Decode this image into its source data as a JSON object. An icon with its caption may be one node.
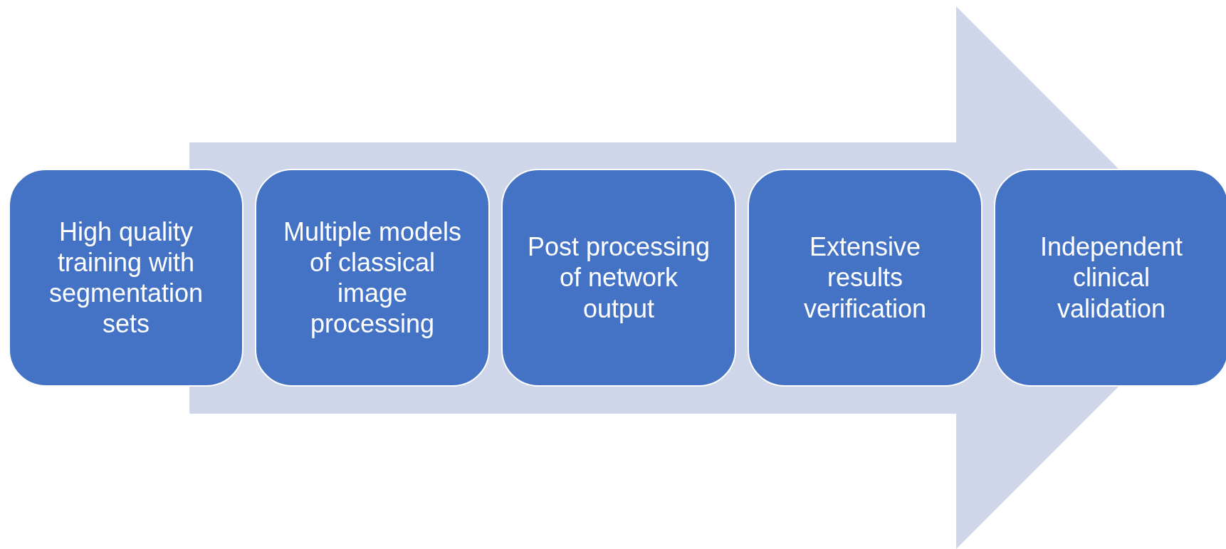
{
  "diagram": {
    "nodes": [
      {
        "text": [
          "High quality training with segmentation sets"
        ]
      },
      {
        "text": [
          "Multiple models of classical image processing"
        ]
      },
      {
        "text": [
          "Post processing of network output"
        ]
      },
      {
        "text": [
          "Extensive results verification"
        ]
      },
      {
        "text": [
          "Independent clinical validation"
        ]
      }
    ],
    "edges": [
      {
        "from": 0,
        "to": 4,
        "arrow": "to"
      }
    ]
  }
}
